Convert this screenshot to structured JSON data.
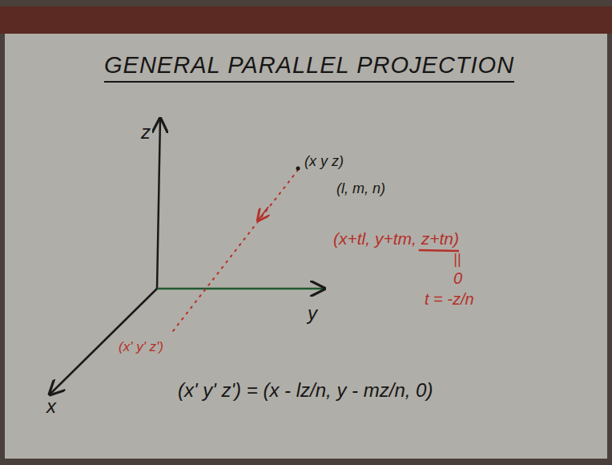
{
  "diagram": {
    "title": "GENERAL PARALLEL PROJECTION",
    "labels": [
      "z",
      "y",
      "x",
      "(x y z)",
      "(l, m, n)",
      "(x+tl, y+tm, z+tn)",
      "||",
      "0",
      "t = -z/n",
      "(x' y' z')",
      "(x' y' z') = (x - lz/n, y - mz/n, 0)"
    ]
  }
}
